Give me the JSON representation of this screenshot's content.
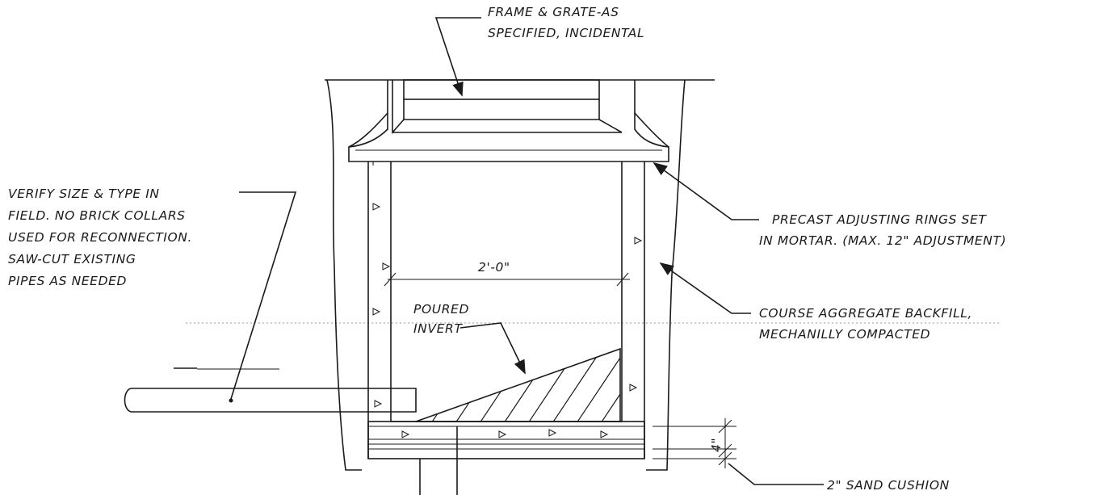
{
  "labels": {
    "frame_grate": [
      "FRAME & GRATE-AS",
      "SPECIFIED, INCIDENTAL"
    ],
    "verify": [
      "VERIFY SIZE & TYPE IN",
      "FIELD. NO BRICK COLLARS",
      "USED FOR RECONNECTION.",
      "SAW-CUT EXISTING",
      "PIPES AS NEEDED"
    ],
    "precast": [
      "PRECAST ADJUSTING RINGS SET",
      "IN MORTAR. (MAX. 12\" ADJUSTMENT)"
    ],
    "aggregate": [
      "COURSE AGGREGATE BACKFILL,",
      "MECHANILLY COMPACTED"
    ],
    "poured_invert": [
      "POURED",
      "INVERT"
    ],
    "dimension_width": "2'-0\"",
    "dimension_depth": "4\"",
    "sand_cushion": "2\" SAND CUSHION"
  }
}
